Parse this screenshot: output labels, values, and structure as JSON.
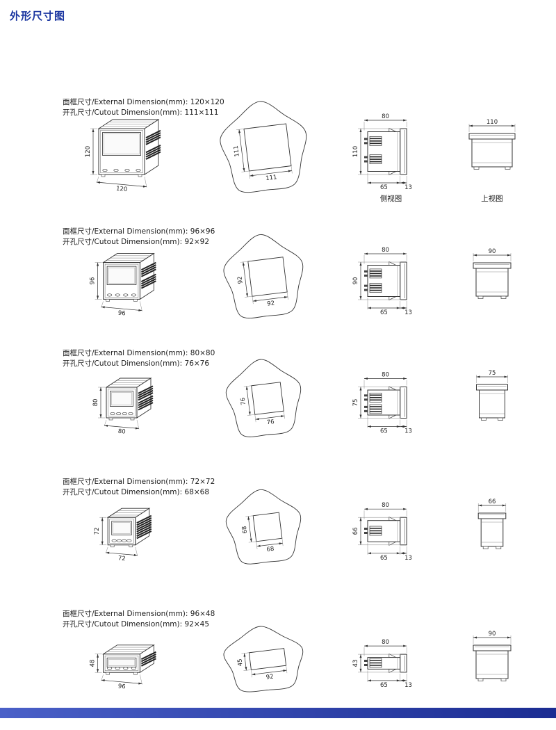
{
  "page": {
    "title": "外形尺寸图",
    "colors": {
      "title": "#1a35a0",
      "footer_start": "#4a60c8",
      "footer_end": "#1b2c92",
      "line": "#333333"
    }
  },
  "rows": [
    {
      "external_label": "面框尺寸/External Dimension(mm): 120×120",
      "cutout_label": "开孔尺寸/Cutout Dimension(mm): 111×111",
      "persp": {
        "width": "120",
        "height": "120"
      },
      "cutout": {
        "width": "111",
        "height": "111"
      },
      "side": {
        "depth": "80",
        "height": "110",
        "body": "65",
        "flange": "13"
      },
      "top": {
        "width": "110"
      },
      "side_view_caption": "侧视图",
      "top_view_caption": "上视图"
    },
    {
      "external_label": "面框尺寸/External Dimension(mm): 96×96",
      "cutout_label": "开孔尺寸/Cutout Dimension(mm): 92×92",
      "persp": {
        "width": "96",
        "height": "96"
      },
      "cutout": {
        "width": "92",
        "height": "92"
      },
      "side": {
        "depth": "80",
        "height": "90",
        "body": "65",
        "flange": "13"
      },
      "top": {
        "width": "90"
      }
    },
    {
      "external_label": "面框尺寸/External Dimension(mm): 80×80",
      "cutout_label": "开孔尺寸/Cutout Dimension(mm): 76×76",
      "persp": {
        "width": "80",
        "height": "80"
      },
      "cutout": {
        "width": "76",
        "height": "76"
      },
      "side": {
        "depth": "80",
        "height": "75",
        "body": "65",
        "flange": "13"
      },
      "top": {
        "width": "75"
      }
    },
    {
      "external_label": "面框尺寸/External Dimension(mm): 72×72",
      "cutout_label": "开孔尺寸/Cutout Dimension(mm): 68×68",
      "persp": {
        "width": "72",
        "height": "72"
      },
      "cutout": {
        "width": "68",
        "height": "68"
      },
      "side": {
        "depth": "80",
        "height": "66",
        "body": "65",
        "flange": "13"
      },
      "top": {
        "width": "66"
      }
    },
    {
      "external_label": "面框尺寸/External Dimension(mm): 96×48",
      "cutout_label": "开孔尺寸/Cutout Dimension(mm): 92×45",
      "persp": {
        "width": "96",
        "height": "48"
      },
      "cutout": {
        "width": "92",
        "height": "45"
      },
      "side": {
        "depth": "80",
        "height": "43",
        "body": "65",
        "flange": "13"
      },
      "top": {
        "width": "90"
      }
    }
  ]
}
